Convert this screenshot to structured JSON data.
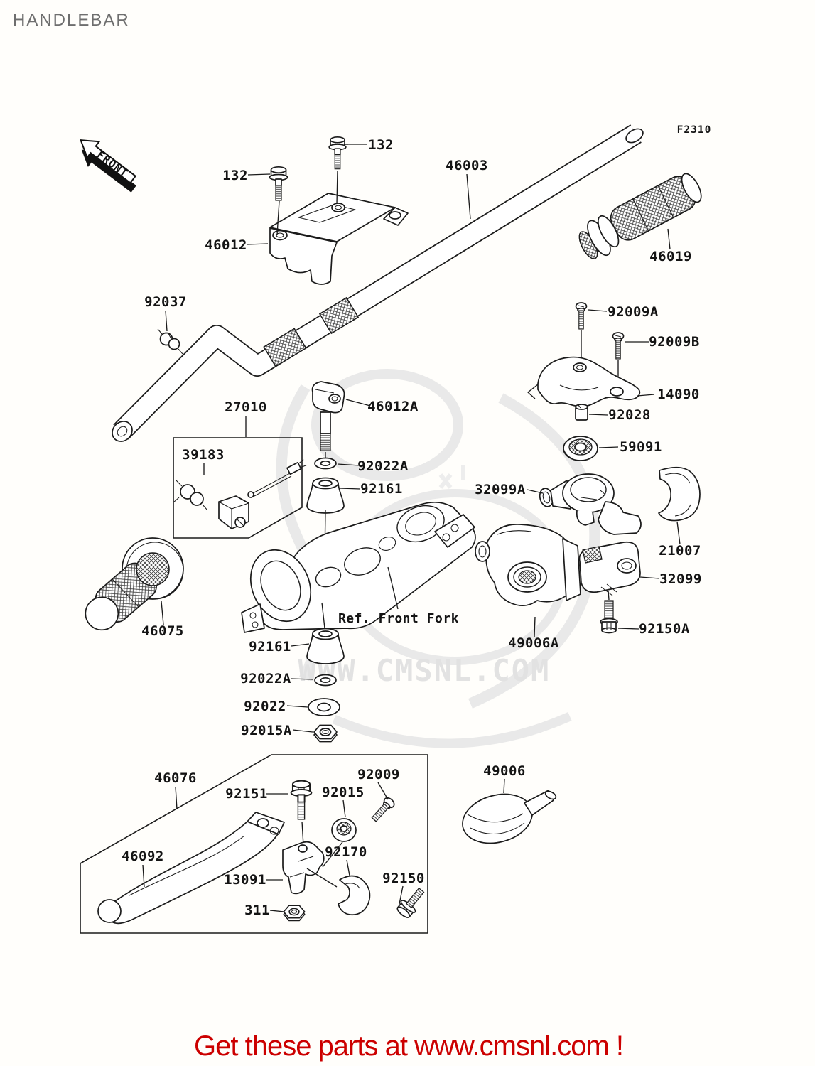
{
  "page": {
    "title": "HANDLEBAR",
    "figure_code": "F2310"
  },
  "front_arrow": {
    "text": "FRONT"
  },
  "watermark": {
    "url_text": "WWW.CMSNL.COM"
  },
  "footer": {
    "text": "Get these parts at www.cmsnl.com !",
    "color": "#cc0000"
  },
  "diagram": {
    "ref_label": "Ref. Front Fork",
    "labels": {
      "l132a": "132",
      "l132b": "132",
      "l46003": "46003",
      "l46012": "46012",
      "l46019": "46019",
      "l92037": "92037",
      "l27010": "27010",
      "l39183": "39183",
      "l46012A": "46012A",
      "l92022A_u": "92022A",
      "l92161_u": "92161",
      "l92009A": "92009A",
      "l92009B": "92009B",
      "l14090": "14090",
      "l92028": "92028",
      "l59091": "59091",
      "l32099A": "32099A",
      "l21007": "21007",
      "l32099": "32099",
      "l92150A": "92150A",
      "l46075": "46075",
      "l92161_l": "92161",
      "l92022A_l": "92022A",
      "l92022": "92022",
      "l92015A": "92015A",
      "l46076": "46076",
      "l92151": "92151",
      "l92015": "92015",
      "l92009": "92009",
      "l46092": "46092",
      "l13091": "13091",
      "l92170": "92170",
      "l311": "311",
      "l92150": "92150",
      "l49006": "49006",
      "l49006A": "49006A"
    }
  }
}
